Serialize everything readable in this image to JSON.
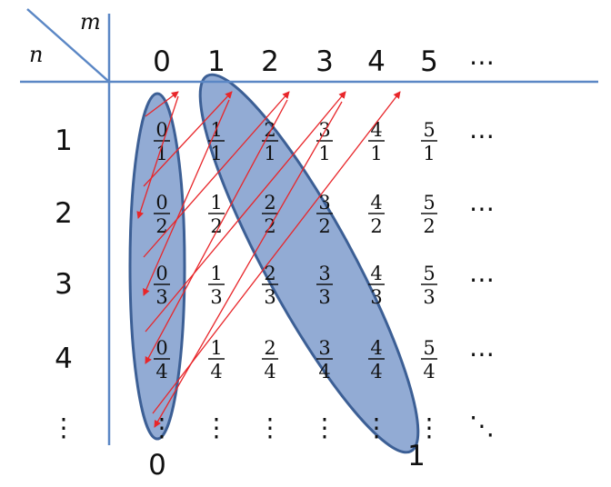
{
  "corner": {
    "col_var": "m",
    "row_var": "n"
  },
  "columns": [
    "0",
    "1",
    "2",
    "3",
    "4",
    "5",
    "⋯"
  ],
  "rows": [
    "1",
    "2",
    "3",
    "4",
    "⋮"
  ],
  "cells": [
    [
      {
        "num": "0",
        "den": "1"
      },
      {
        "num": "1",
        "den": "1"
      },
      {
        "num": "2",
        "den": "1"
      },
      {
        "num": "3",
        "den": "1"
      },
      {
        "num": "4",
        "den": "1"
      },
      {
        "num": "5",
        "den": "1"
      }
    ],
    [
      {
        "num": "0",
        "den": "2"
      },
      {
        "num": "1",
        "den": "2"
      },
      {
        "num": "2",
        "den": "2"
      },
      {
        "num": "3",
        "den": "2"
      },
      {
        "num": "4",
        "den": "2"
      },
      {
        "num": "5",
        "den": "2"
      }
    ],
    [
      {
        "num": "0",
        "den": "3"
      },
      {
        "num": "1",
        "den": "3"
      },
      {
        "num": "2",
        "den": "3"
      },
      {
        "num": "3",
        "den": "3"
      },
      {
        "num": "4",
        "den": "3"
      },
      {
        "num": "5",
        "den": "3"
      }
    ],
    [
      {
        "num": "0",
        "den": "4"
      },
      {
        "num": "1",
        "den": "4"
      },
      {
        "num": "2",
        "den": "4"
      },
      {
        "num": "3",
        "den": "4"
      },
      {
        "num": "4",
        "den": "4"
      },
      {
        "num": "5",
        "den": "4"
      }
    ]
  ],
  "row_ellipsis": "⋯",
  "col_ellipsis": "⋮",
  "diag_ellipsis": "⋱",
  "bottom_labels": {
    "left": "0",
    "right": "1"
  },
  "colors": {
    "grid_line": "#5b87c5",
    "ellipse_fill": "#7f9ccc",
    "ellipse_stroke": "#3c5f95",
    "arrow": "#e8262a"
  }
}
